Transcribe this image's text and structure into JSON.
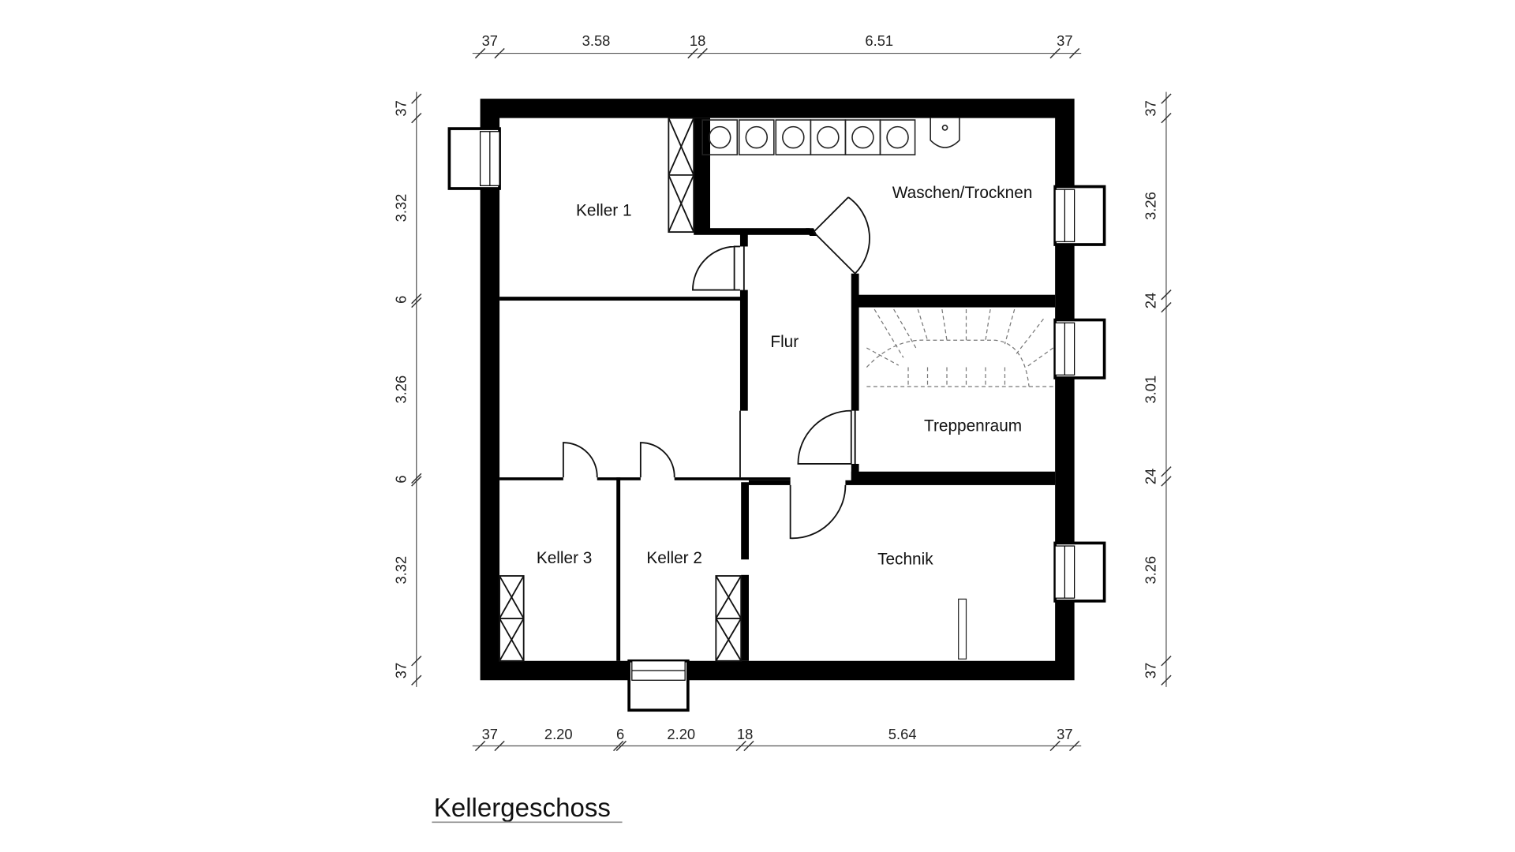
{
  "plan": {
    "title": "Kellergeschoss",
    "rooms": {
      "keller1": "Keller 1",
      "waschen": "Waschen/Trocknen",
      "flur": "Flur",
      "treppenraum": "Treppenraum",
      "keller3": "Keller 3",
      "keller2": "Keller 2",
      "technik": "Technik"
    },
    "dimensions": {
      "top": [
        "37",
        "3.58",
        "18",
        "6.51",
        "37"
      ],
      "bottom": [
        "37",
        "2.20",
        "6",
        "2.20",
        "18",
        "5.64",
        "37"
      ],
      "left": [
        "37",
        "3.32",
        "6",
        "3.26",
        "6",
        "3.32",
        "37"
      ],
      "right": [
        "37",
        "3.26",
        "24",
        "3.01",
        "24",
        "3.26",
        "37"
      ]
    }
  }
}
